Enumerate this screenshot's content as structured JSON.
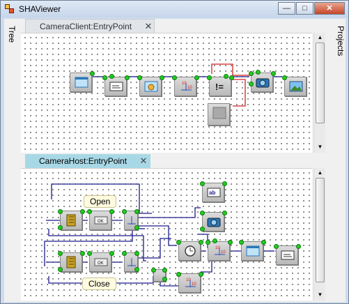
{
  "window": {
    "title": "SHAViewer",
    "minimize_glyph": "—",
    "maximize_glyph": "□",
    "close_glyph": "✕"
  },
  "side_tabs": {
    "left": "Tree",
    "right": "Projects"
  },
  "panes": [
    {
      "tab": "CameraClient:EntryPoint",
      "active": false,
      "close_glyph": "✕"
    },
    {
      "tab": "CameraHost:EntryPoint",
      "active": true,
      "close_glyph": "✕"
    }
  ],
  "callouts": {
    "open": "Open",
    "close": "Close"
  },
  "node_icons": {
    "top": [
      "window-icon",
      "text-box-icon",
      "window-gear-icon",
      "axis-10-icon",
      "not-equal-icon",
      "camera-icon",
      "image-icon",
      "square-button-icon"
    ],
    "bottom": [
      "text-field-icon",
      "camera-icon",
      "timer-icon",
      "axis-10-icon",
      "window-icon",
      "text-box-icon",
      "axis-10-icon",
      "button-ok-icon",
      "book-icon"
    ]
  },
  "node_text": {
    "ok": "OK",
    "ab": "ab",
    "ten": "10",
    "not_equal": "!="
  },
  "colors": {
    "wire_blue": "#1a1a8c",
    "wire_red": "#d42020",
    "pin_green": "#22cc22"
  }
}
